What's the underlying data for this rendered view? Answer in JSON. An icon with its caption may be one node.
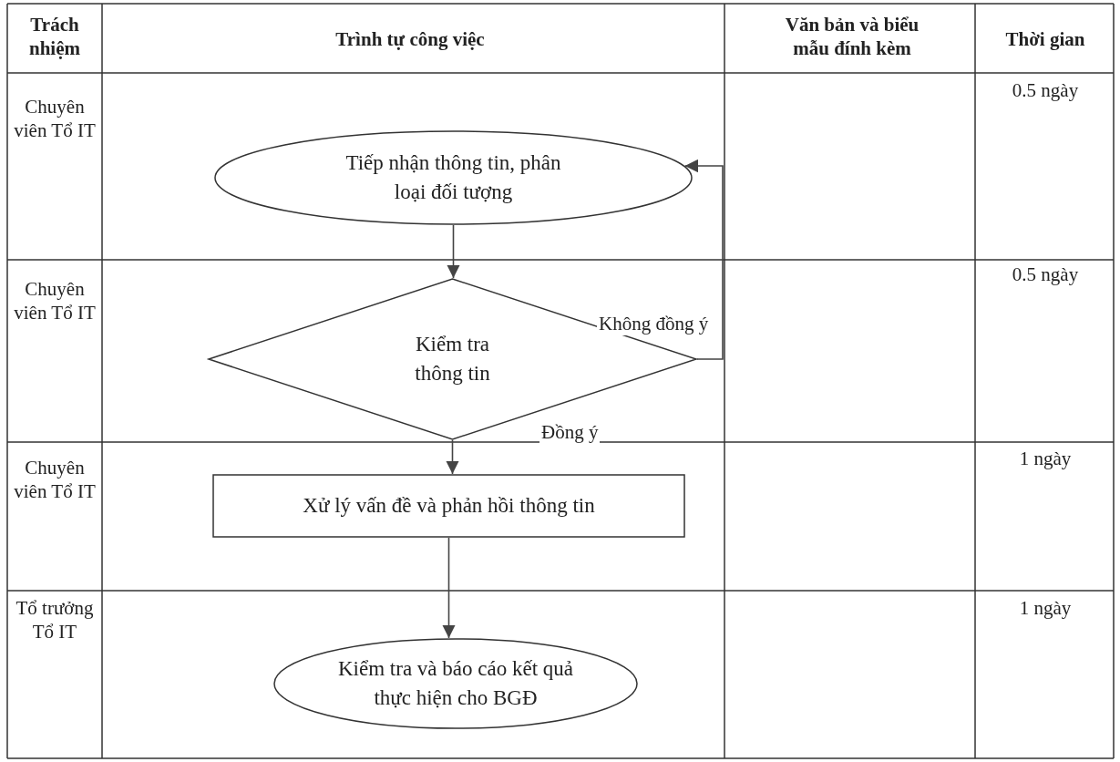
{
  "diagram": {
    "nodes": [
      {
        "text": [
          "Tiếp nhận thông tin, phân loại đối tượng"
        ]
      },
      {
        "text": [
          "Kiểm tra thông tin"
        ]
      },
      {
        "text": [
          "Xử lý vấn đề và phản hồi thông tin"
        ]
      },
      {
        "text": [
          "Kiểm tra và báo cáo kết quả thực hiện cho BGĐ"
        ]
      }
    ],
    "edges": [
      {
        "from": 0,
        "to": 1,
        "arrow": "to"
      },
      {
        "from": 1,
        "to": 0,
        "arrow": "to",
        "label": "Không đồng ý"
      },
      {
        "from": 1,
        "to": 2,
        "arrow": "to",
        "label": "Đồng ý"
      },
      {
        "from": 2,
        "to": 3,
        "arrow": "to"
      }
    ],
    "labels": [
      "Trách nhiệm",
      "Trình tự công việc",
      "Văn bản và biểu mẫu đính kèm",
      "Thời gian",
      "Chuyên viên Tổ IT",
      "0.5 ngày",
      "Chuyên viên Tổ IT",
      "0.5 ngày",
      "Chuyên viên Tổ IT",
      "1 ngày",
      "Tổ trưởng Tổ IT",
      "1 ngày"
    ]
  }
}
